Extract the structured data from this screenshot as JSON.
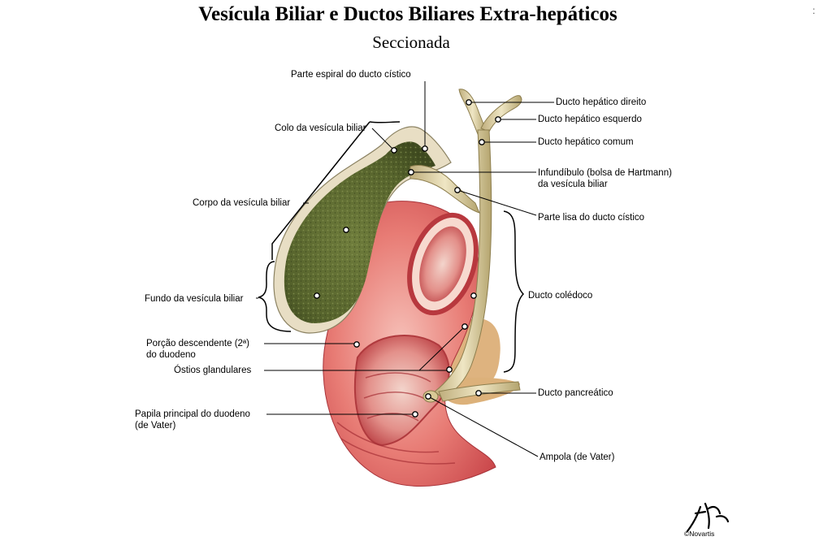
{
  "title": "Vesícula Biliar e Ductos Biliares Extra-hepáticos",
  "subtitle": "Seccionada",
  "labels": {
    "parte_espiral": "Parte espiral do ducto cístico",
    "colo": "Colo da vesícula biliar",
    "corpo": "Corpo da vesícula biliar",
    "fundo": "Fundo da vesícula biliar",
    "porcao_desc_1": "Porção descendente (2ª)",
    "porcao_desc_2": "do duodeno",
    "ostios": "Óstios glandulares",
    "papila_1": "Papila principal do duodeno",
    "papila_2": "(de Vater)",
    "hep_direito": "Ducto hepático direito",
    "hep_esquerdo": "Ducto hepático esquerdo",
    "hep_comum": "Ducto hepático comum",
    "infund_1": "Infundíbulo (bolsa de Hartmann)",
    "infund_2": "da vesícula biliar",
    "parte_lisa": "Parte lisa do ducto cístico",
    "coledoco": "Ducto colédoco",
    "pancreatico": "Ducto pancreático",
    "ampola": "Ampola (de Vater)"
  },
  "signature": "©Novartis",
  "corner_mark": ":",
  "colors": {
    "gallbladder": "#5d6b32",
    "gallbladder_wall": "#e6dcc0",
    "duodenum": "#e06a68",
    "duodenum_light": "#f4b3ae",
    "duct": "#e2d6a8",
    "pancreas": "#d9a869"
  }
}
